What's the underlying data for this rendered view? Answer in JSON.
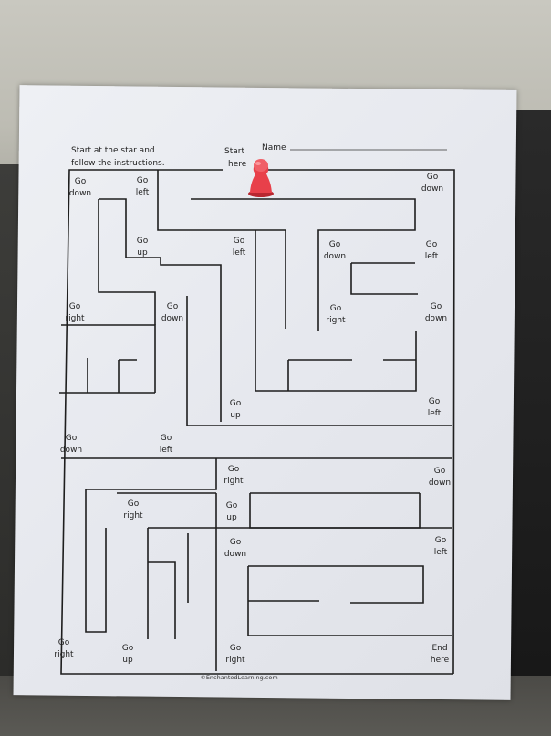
{
  "worksheet": {
    "instructions_line1": "Start at the star and",
    "instructions_line2": "follow the instructions.",
    "start_line1": "Start",
    "start_line2": "here",
    "name_label": "Name",
    "copyright": "©EnchantedLearning.com"
  },
  "cells": [
    {
      "l1": "Go",
      "l2": "down"
    },
    {
      "l1": "Go",
      "l2": "left"
    },
    {
      "l1": "Go",
      "l2": "down"
    },
    {
      "l1": "Go",
      "l2": "up"
    },
    {
      "l1": "Go",
      "l2": "left"
    },
    {
      "l1": "Go",
      "l2": "down"
    },
    {
      "l1": "Go",
      "l2": "left"
    },
    {
      "l1": "Go",
      "l2": "right"
    },
    {
      "l1": "Go",
      "l2": "down"
    },
    {
      "l1": "Go",
      "l2": "right"
    },
    {
      "l1": "Go",
      "l2": "down"
    },
    {
      "l1": "Go",
      "l2": "up"
    },
    {
      "l1": "Go",
      "l2": "left"
    },
    {
      "l1": "Go",
      "l2": "down"
    },
    {
      "l1": "Go",
      "l2": "left"
    },
    {
      "l1": "Go",
      "l2": "right"
    },
    {
      "l1": "Go",
      "l2": "down"
    },
    {
      "l1": "Go",
      "l2": "right"
    },
    {
      "l1": "Go",
      "l2": "up"
    },
    {
      "l1": "Go",
      "l2": "down"
    },
    {
      "l1": "Go",
      "l2": "left"
    },
    {
      "l1": "Go",
      "l2": "right"
    },
    {
      "l1": "Go",
      "l2": "up"
    },
    {
      "l1": "Go",
      "l2": "right"
    },
    {
      "l1": "End",
      "l2": "here"
    }
  ],
  "colors": {
    "paper": "#e9ebf0",
    "ink": "#1e1e1e",
    "pawn": "#e8404a"
  },
  "objects": {
    "game_piece": "red-pawn-icon"
  }
}
